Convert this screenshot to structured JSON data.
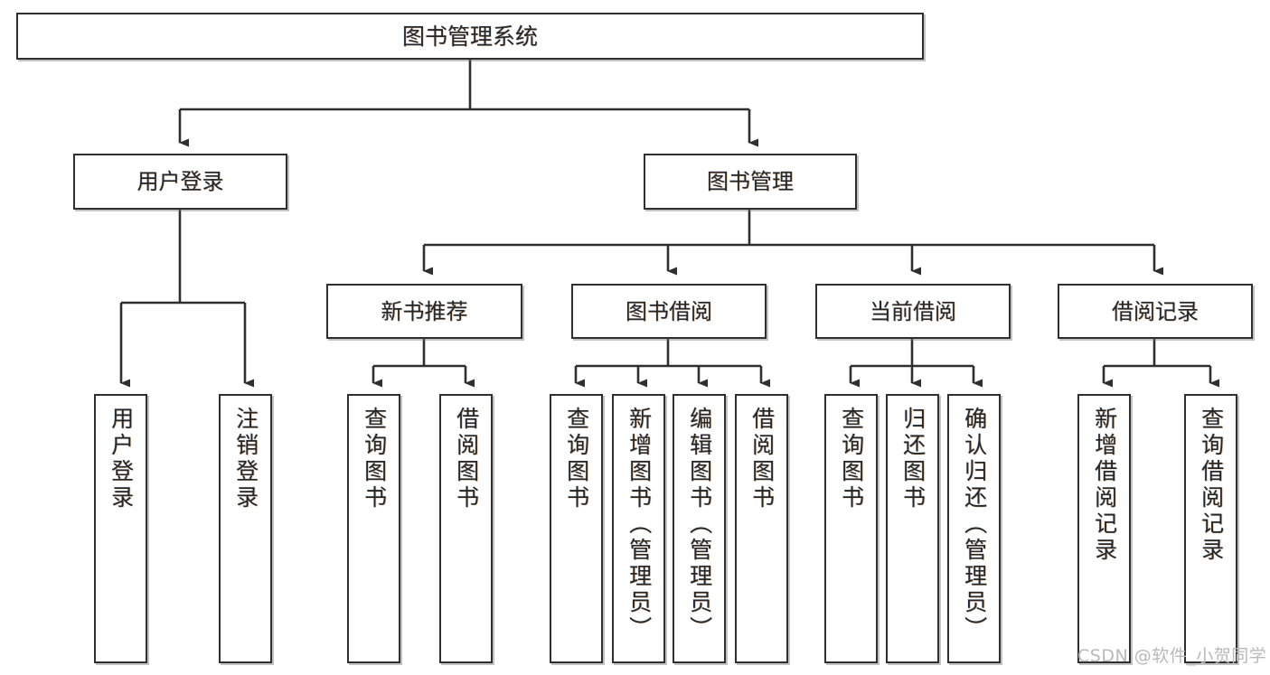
{
  "diagram": {
    "title": "图书管理系统",
    "type": "hierarchy-tree",
    "watermark": "CSDN @软件_小贺同学",
    "colors": {
      "background": "#ffffff",
      "box_border": "#2f2f2f",
      "box_fill": "#ffffff",
      "connector": "#2f2f2f",
      "text": "#262626",
      "watermark": "#b9b9b9"
    },
    "levels": {
      "root": {
        "label": "图书管理系统"
      },
      "level1": [
        {
          "label": "用户登录"
        },
        {
          "label": "图书管理"
        }
      ],
      "level2": [
        {
          "label": "新书推荐"
        },
        {
          "label": "图书借阅"
        },
        {
          "label": "当前借阅"
        },
        {
          "label": "借阅记录"
        }
      ],
      "leaves": {
        "用户登录": [
          {
            "label": "用户登录"
          },
          {
            "label": "注销登录"
          }
        ],
        "新书推荐": [
          {
            "label": "查询图书"
          },
          {
            "label": "借阅图书"
          }
        ],
        "图书借阅": [
          {
            "label": "查询图书"
          },
          {
            "label": "新增图书（管理员）"
          },
          {
            "label": "编辑图书（管理员）"
          },
          {
            "label": "借阅图书"
          }
        ],
        "当前借阅": [
          {
            "label": "查询图书"
          },
          {
            "label": "归还图书"
          },
          {
            "label": "确认归还（管理员）"
          }
        ],
        "借阅记录": [
          {
            "label": "新增借阅记录"
          },
          {
            "label": "查询借阅记录"
          }
        ]
      }
    },
    "nodes": {
      "root": "图书管理系统",
      "user_login": "用户登录",
      "book_manage": "图书管理",
      "new_book_rec": "新书推荐",
      "book_borrow": "图书借阅",
      "current_borrow": "当前借阅",
      "borrow_record": "借阅记录",
      "leaf_user_login": "用户登录",
      "leaf_logout": "注销登录",
      "leaf_query_book_1": "查询图书",
      "leaf_borrow_book_1": "借阅图书",
      "leaf_query_book_2": "查询图书",
      "leaf_add_book": "新增图书（管理员）",
      "leaf_edit_book": "编辑图书（管理员）",
      "leaf_borrow_book_2": "借阅图书",
      "leaf_query_book_3": "查询图书",
      "leaf_return_book": "归还图书",
      "leaf_confirm_return": "确认归还（管理员）",
      "leaf_add_record": "新增借阅记录",
      "leaf_query_record": "查询借阅记录"
    }
  }
}
